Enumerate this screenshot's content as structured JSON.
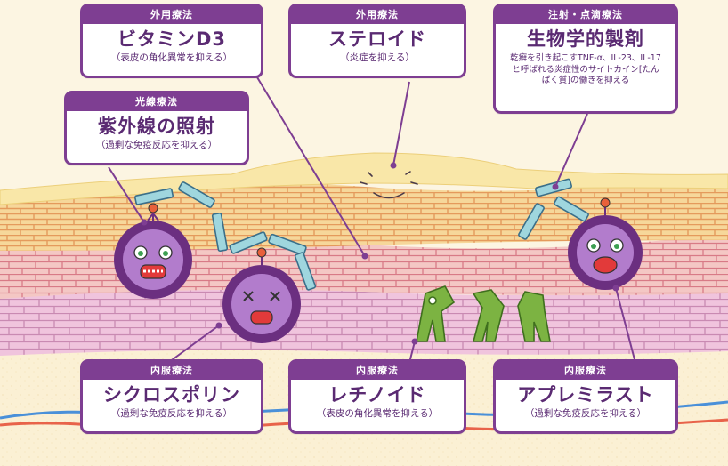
{
  "colors": {
    "card_border": "#7e3e92",
    "card_header_bg": "#7e3e92",
    "card_text": "#5a2a72",
    "background": "#fbf3dc",
    "cell_outline": "#7a3a8e",
    "cell_fill": "#b27ccc",
    "t_cell": "#7cb342",
    "vessel_blue": "#4a90d9",
    "vessel_red": "#e8634a"
  },
  "cards": {
    "vitamin_d3": {
      "category": "外用療法",
      "name": "ビタミンD3",
      "sub": "（表皮の角化異常を抑える）"
    },
    "steroid": {
      "category": "外用療法",
      "name": "ステロイド",
      "sub": "（炎症を抑える）"
    },
    "biologics": {
      "category": "注射・点滴療法",
      "name": "生物学的製剤",
      "desc": "乾癬を引き起こすTNF-α、IL-23、IL-17と呼ばれる炎症性のサイトカイン[たんぱく質]の働きを抑える"
    },
    "uv": {
      "category": "光線療法",
      "name": "紫外線の照射",
      "sub": "（過剰な免疫反応を抑える）"
    },
    "cyclosporin": {
      "category": "内服療法",
      "name": "シクロスポリン",
      "sub": "（過剰な免疫反応を抑える）"
    },
    "retinoid": {
      "category": "内服療法",
      "name": "レチノイド",
      "sub": "（表皮の角化異常を抑える）"
    },
    "apremilast": {
      "category": "内服療法",
      "name": "アプレミラスト",
      "sub": "（過剰な免疫反応を抑える）"
    }
  }
}
